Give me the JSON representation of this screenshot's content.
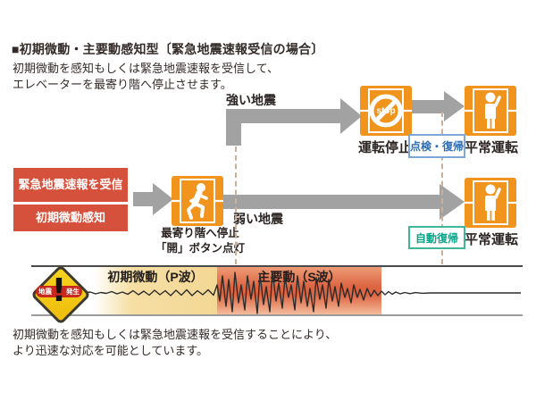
{
  "title": "■初期微動・主要動感知型〔緊急地震速報受信の場合〕",
  "description": {
    "line1": "初期微動を感知もしくは緊急地震速報を受信して、",
    "line2": "エレベーターを最寄り階へ停止させます。"
  },
  "flow": {
    "inputs": [
      {
        "label": "緊急地震速報を受信"
      },
      {
        "label": "初期微動感知"
      }
    ],
    "nearest_floor": {
      "line1": "最寄り階へ停止",
      "line2": "「開」ボタン点灯"
    },
    "strong_label": "強い地震",
    "weak_label": "弱い地震",
    "stop_label": "運転停止",
    "inspection_label": "点検・復帰",
    "auto_label": "自動復帰",
    "normal_top_label": "平常運転",
    "normal_bottom_label": "平常運転",
    "stop_icon_text": "stop"
  },
  "wave": {
    "p_label": "初期微動（P波）",
    "s_label": "主要動（S波）",
    "quake_left": "地震",
    "quake_right": "発生",
    "exclamation": "!"
  },
  "footer": {
    "line1": "初期微動を感知もしくは緊急地震速報を受信することにより、",
    "line2": "より迅速な対応を可能としています。"
  },
  "icons": [
    "elevator-run-icon",
    "elevator-stop-icon",
    "elevator-person-icon",
    "quake-warning-icon"
  ],
  "colors": {
    "elevator_orange": "#f0941d",
    "alert_red": "#d6513c",
    "arrow_gray": "#a2a2a2",
    "inspection_blue": "#2e6db4",
    "auto_green": "#0ba387",
    "warning_yellow": "#f2c40f",
    "p_band": "#f3d795",
    "s_band": "#dc6441"
  }
}
